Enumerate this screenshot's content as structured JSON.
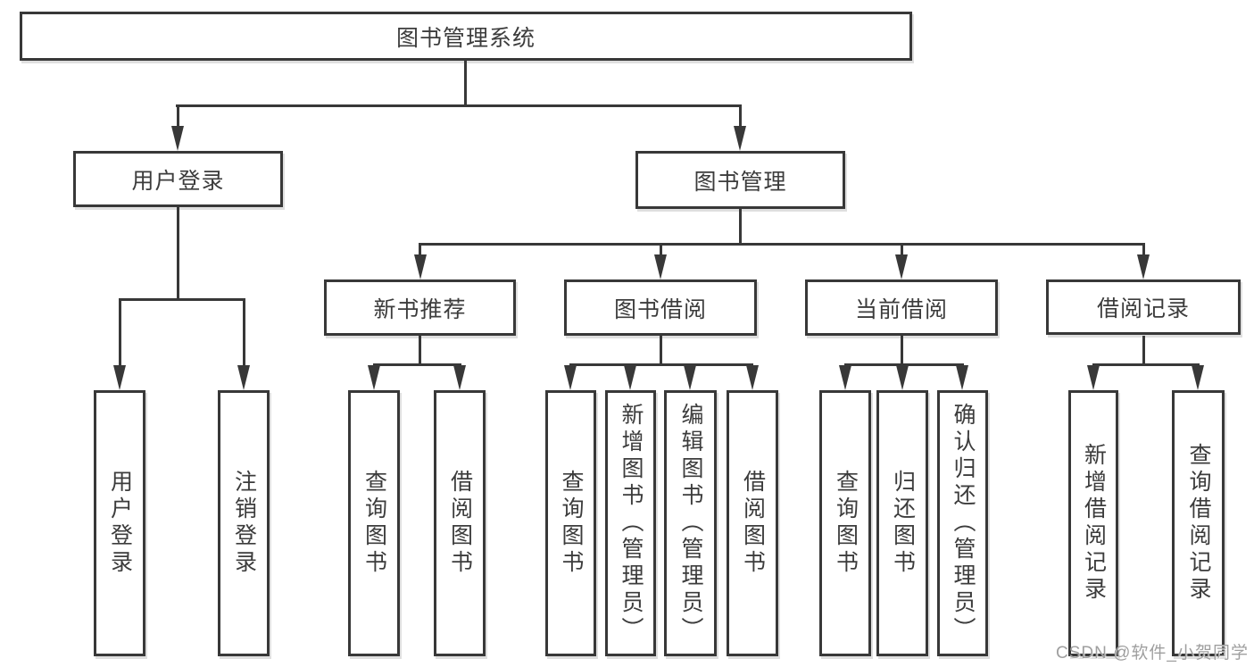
{
  "diagram": {
    "root": {
      "label": "图书管理系统"
    },
    "level2": [
      {
        "label": "用户登录"
      },
      {
        "label": "图书管理"
      }
    ],
    "level3": [
      {
        "label": "新书推荐"
      },
      {
        "label": "图书借阅"
      },
      {
        "label": "当前借阅"
      },
      {
        "label": "借阅记录"
      }
    ],
    "leaves": {
      "user_login": [
        {
          "label": "用户登录"
        },
        {
          "label": "注销登录"
        }
      ],
      "new_book_rec": [
        {
          "label": "查询图书"
        },
        {
          "label": "借阅图书"
        }
      ],
      "book_borrow": [
        {
          "label": "查询图书"
        },
        {
          "label": "新增图书（管理员）"
        },
        {
          "label": "编辑图书（管理员）"
        },
        {
          "label": "借阅图书"
        }
      ],
      "current_borrow": [
        {
          "label": "查询图书"
        },
        {
          "label": "归还图书"
        },
        {
          "label": "确认归还（管理员）"
        }
      ],
      "borrow_records": [
        {
          "label": "新增借阅记录"
        },
        {
          "label": "查询借阅记录"
        }
      ]
    },
    "watermark": "CSDN @软件_小贺同学",
    "colors": {
      "line": "#383838",
      "text": "#3c3c3c",
      "background": "#ffffff",
      "watermark": "#9f9f9f"
    }
  }
}
